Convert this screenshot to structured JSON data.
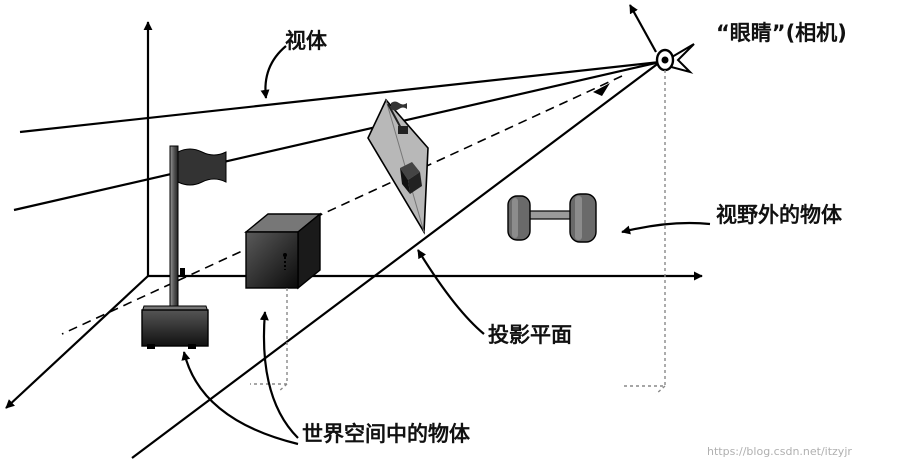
{
  "labels": {
    "frustum": "视体",
    "eye_camera": "“眼睛”(相机)",
    "outside_object": "视野外的物体",
    "projection_plane": "投影平面",
    "world_objects": "世界空间中的物体"
  },
  "watermark": "https://blog.csdn.net/itzyjr",
  "colors": {
    "line": "#000000",
    "plane_fill": "#b8b8b8",
    "cube_dark": "#1a1a1a",
    "dumbbell": "#6a6a6a",
    "guide": "#888888",
    "watermark": "#b0b0b0"
  },
  "icons": [
    "flag-icon",
    "cube-icon",
    "dumbbell-icon",
    "eye-icon"
  ]
}
